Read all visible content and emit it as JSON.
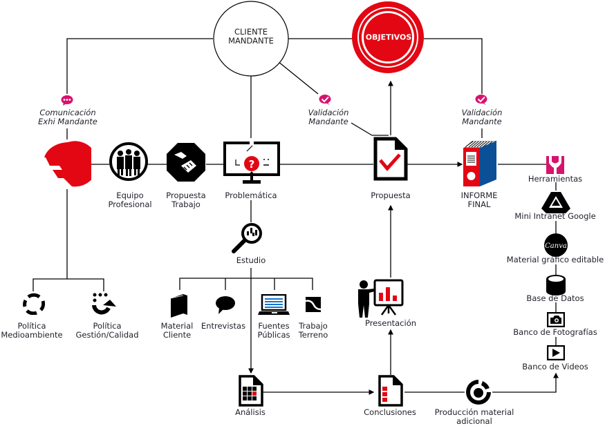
{
  "colors": {
    "brand_red": "#e30613",
    "accent_pink": "#d6136e",
    "binder_blue": "#0b4f96",
    "line": "#000000",
    "text": "#1e1e2a"
  },
  "center": {
    "cliente": "CLIENTE\nMANDANTE",
    "objetivos": "OBJETIVOS"
  },
  "validations": {
    "comunicacion": "Comunicación\nExhi Mandante",
    "validacion_1": "Validación\nMandante",
    "validacion_2": "Validación\nMandante"
  },
  "main_flow": {
    "equipo": "Equipo\nProfesional",
    "propuesta_trabajo": "Propuesta\nTrabajo",
    "problematica": "Problemática",
    "propuesta": "Propuesta",
    "informe": "INFORME\nFINAL"
  },
  "policies": {
    "medioambiente": "Política\nMedioambiente",
    "calidad": "Política\nGestión/Calidad"
  },
  "estudio": {
    "label": "Estudio",
    "sources": [
      "Material\nCliente",
      "Entrevistas",
      "Fuentes\nPúblicas",
      "Trabajo\nTerreno"
    ]
  },
  "bottom_flow": {
    "analisis": "Análisis",
    "conclusiones": "Conclusiones",
    "produccion": "Producción material\nadicional",
    "presentacion": "Presentación"
  },
  "tools": {
    "header": "Herramientas",
    "items": [
      "Mini Intranet Google",
      "Material gráfico editable",
      "Base de Datos",
      "Banco de Fotografías",
      "Banco de Videos"
    ],
    "canva_text": "Canva"
  }
}
